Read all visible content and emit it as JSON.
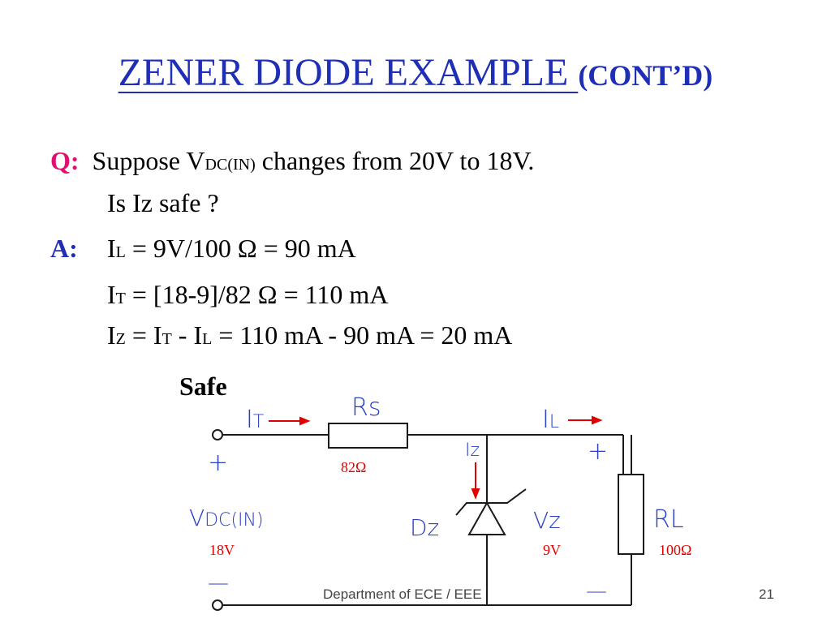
{
  "title": {
    "main": "ZENER DIODE EXAMPLE ",
    "sub": "(CONT’D)"
  },
  "question": {
    "label": "Q:",
    "text_before": "Suppose V",
    "text_sub": "DC(IN)",
    "text_after": " changes from 20V to 18V.",
    "line2": "Is Iz safe ?"
  },
  "answer": {
    "label": "A:",
    "l1_I": "I",
    "l1_sub": "L",
    "l1_rest": " = 9V/100 Ω  = 90 mA",
    "l2_I": "I",
    "l2_sub": "T",
    "l2_rest": " = [18-9]/82 Ω  = 110 mA",
    "l3_a": "I",
    "l3_a_sub": "Z",
    "l3_b": " = I",
    "l3_b_sub": "T",
    "l3_c": " - I",
    "l3_c_sub": "L",
    "l3_d": " = 110 mA - 90 mA = 20 mA"
  },
  "conclusion": "Safe",
  "circuit": {
    "it_I": "I",
    "it_sub": "T",
    "rs_R": "R",
    "rs_sub": "s",
    "il_I": "I",
    "il_sub": "L",
    "iz": "Iz",
    "rl_R": "R",
    "rl_sub": "L",
    "vz": "Vz",
    "dz": "Dz",
    "vdc_V": "V",
    "vdc_sub": "DC(IN)",
    "plus_left": "+",
    "plus_right": "+",
    "minus_left": "—",
    "minus_right": "—",
    "rs_value": "82Ω",
    "vin_value": "18V",
    "vz_value": "9V",
    "rl_value": "100Ω"
  },
  "colors": {
    "title": "#1f2fb5",
    "q_label": "#e01070",
    "circuit": "#2a3fc8",
    "values": "#e00000"
  },
  "footer": {
    "department": "Department of ECE / EEE",
    "page": "21"
  }
}
